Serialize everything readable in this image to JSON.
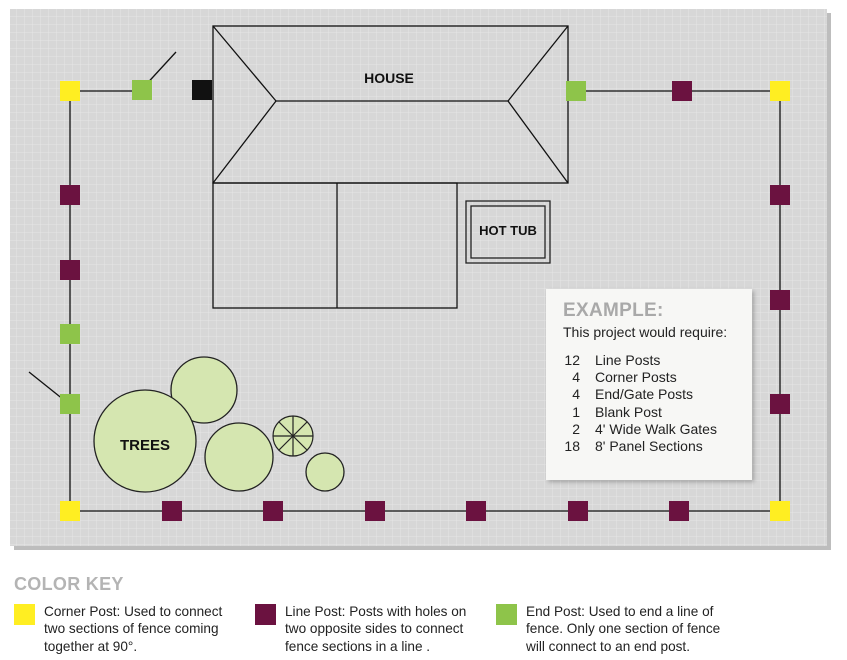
{
  "plan": {
    "house_label": "HOUSE",
    "hot_tub_label": "HOT TUB",
    "trees_label": "TREES"
  },
  "example": {
    "title": "EXAMPLE:",
    "subtitle": "This project would require:",
    "items": [
      {
        "qty": "12",
        "name": "Line Posts"
      },
      {
        "qty": "4",
        "name": "Corner Posts"
      },
      {
        "qty": "4",
        "name": "End/Gate Posts"
      },
      {
        "qty": "1",
        "name": "Blank Post"
      },
      {
        "qty": "2",
        "name": "4' Wide Walk Gates"
      },
      {
        "qty": "18",
        "name": "8' Panel Sections"
      }
    ]
  },
  "color_key": {
    "title": "COLOR KEY",
    "items": [
      {
        "color": "#ffee22",
        "text_lines": [
          "Corner Post: Used to connect",
          "two sections of fence coming",
          "together at 90°."
        ]
      },
      {
        "color": "#6b1240",
        "text_lines": [
          "Line Post: Posts with holes on",
          "two opposite sides to connect",
          "fence sections in a line ."
        ]
      },
      {
        "color": "#8ec44a",
        "text_lines": [
          "End Post: Used to end a line of",
          "fence. Only one section of fence",
          "will connect to an end post."
        ]
      }
    ]
  },
  "colors": {
    "corner_post": "#ffee22",
    "line_post": "#6b1240",
    "end_post": "#8ec44a",
    "blank_post": "#111111",
    "tree_fill": "#d5e6b0",
    "grid_background": "#d9d9d9"
  }
}
